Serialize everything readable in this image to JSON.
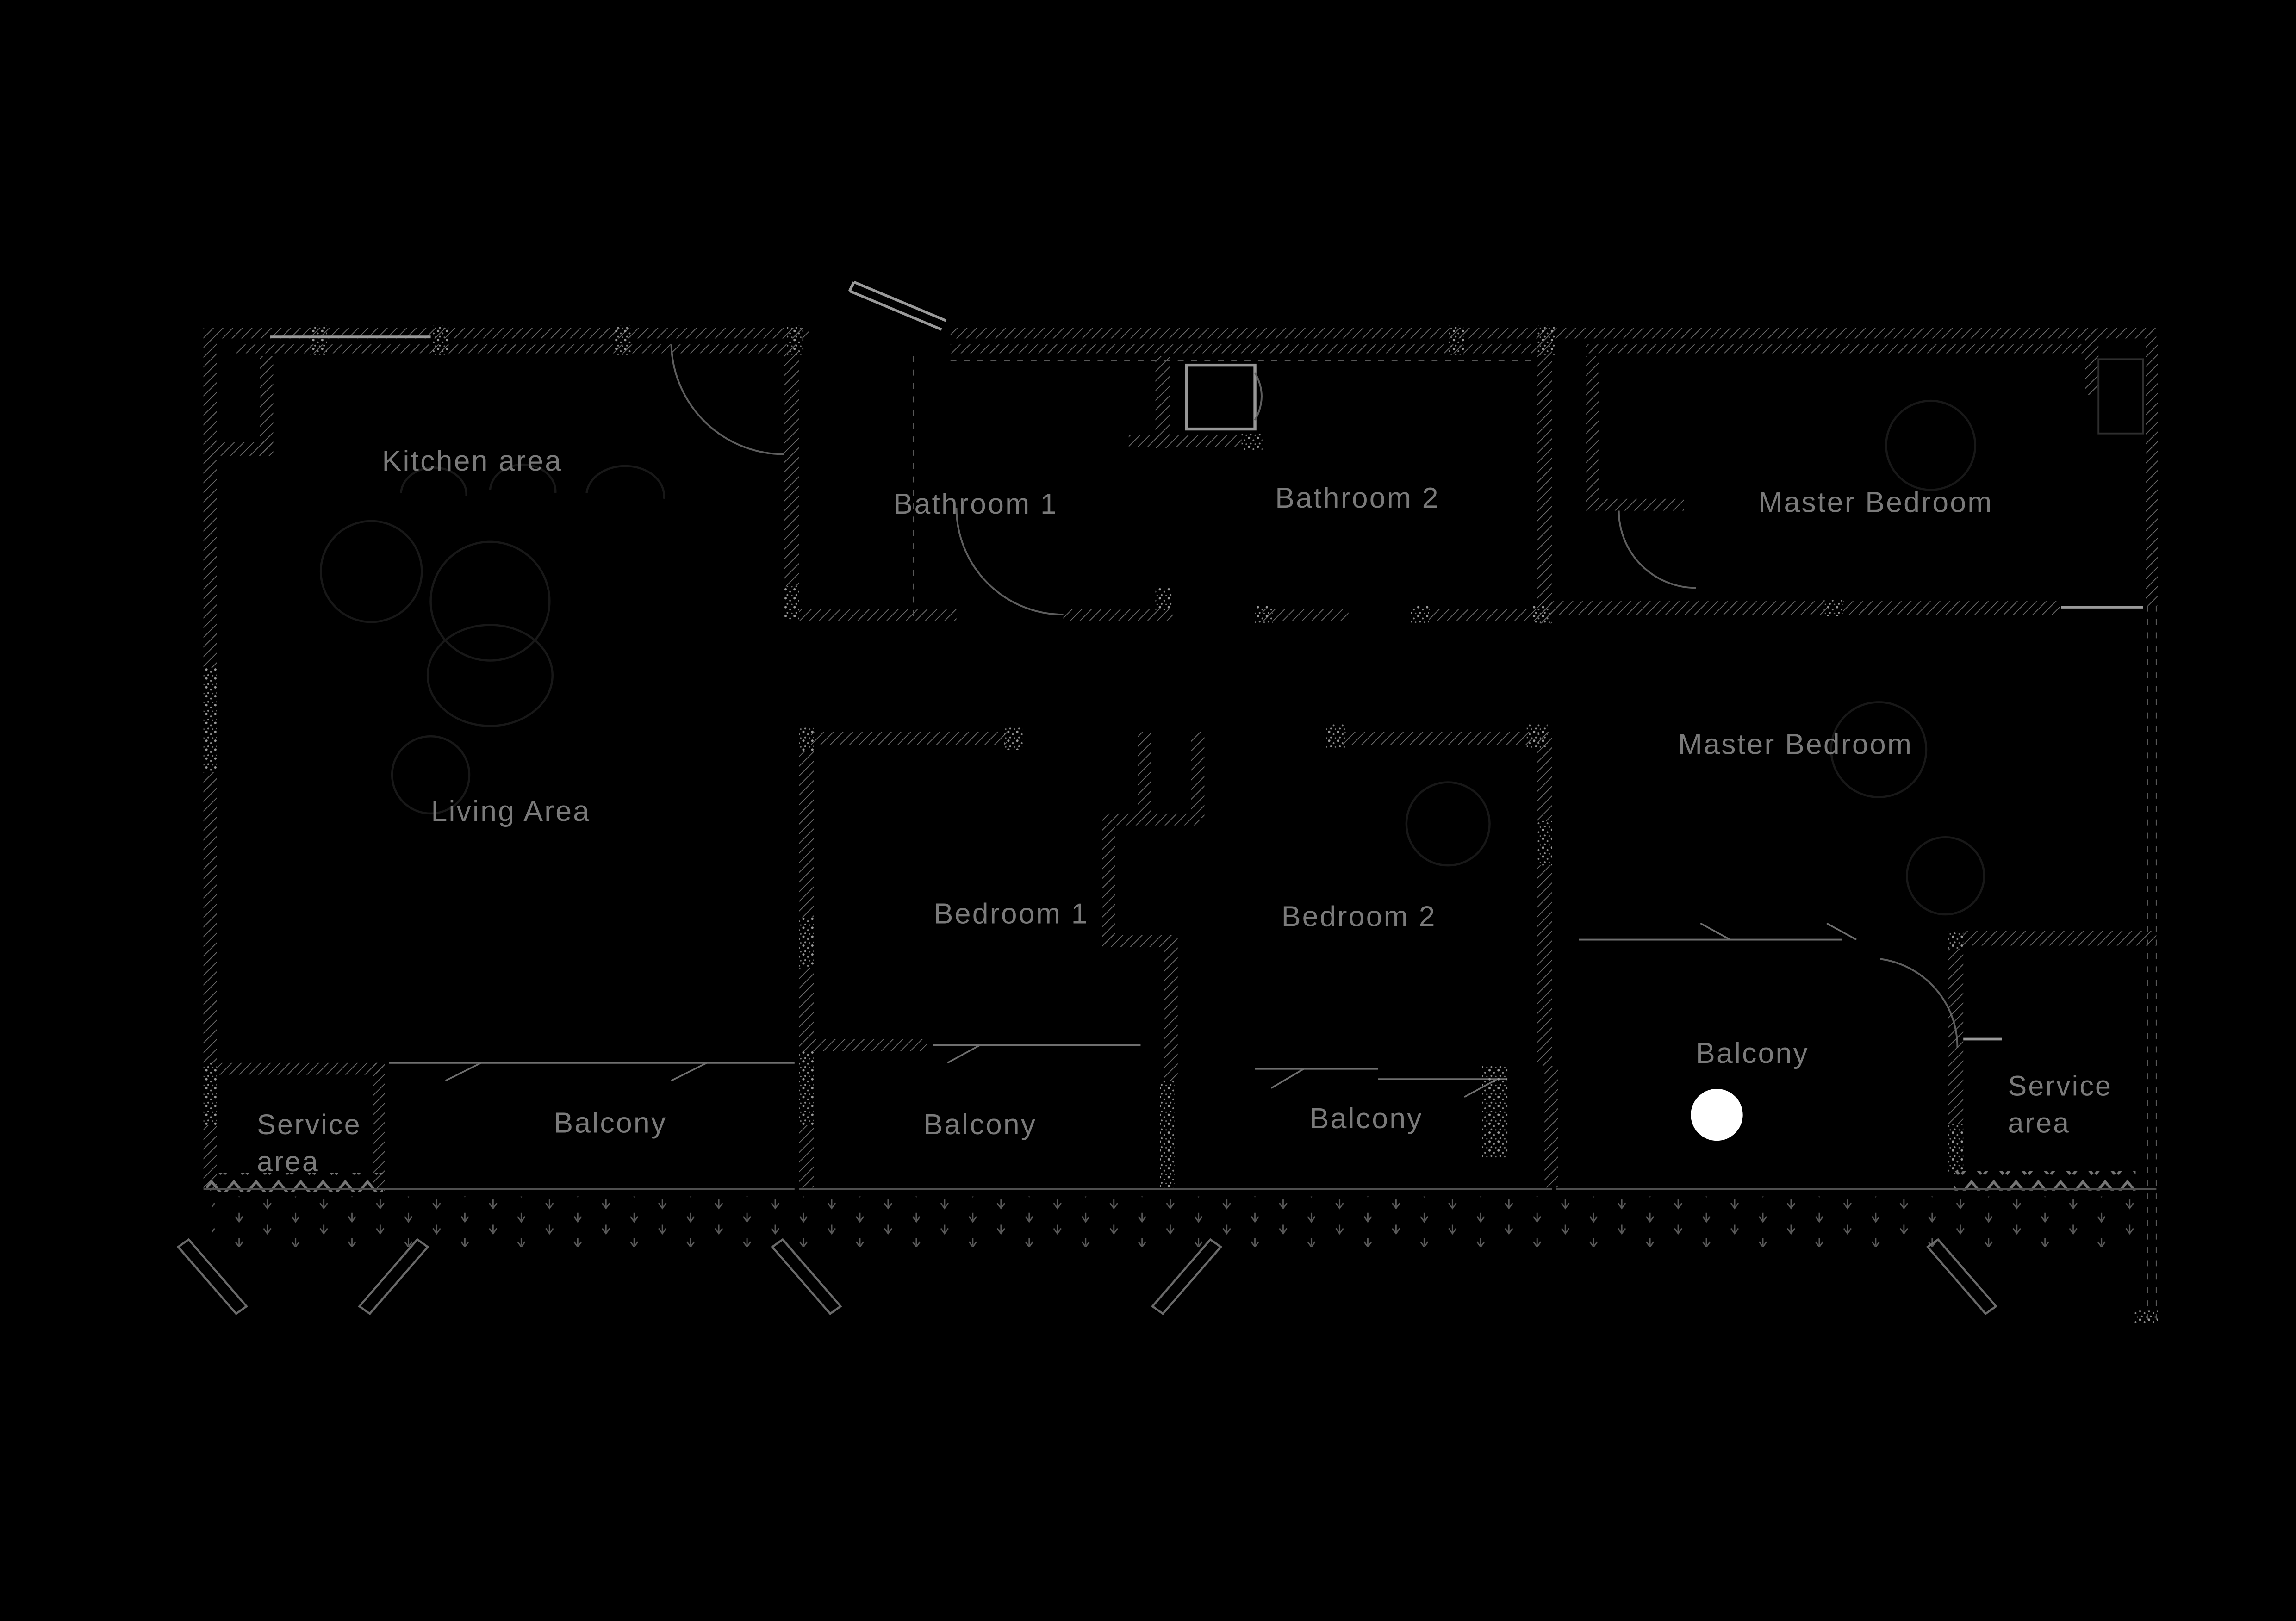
{
  "document": {
    "type": "apartment floor plan",
    "style": "dark CAD blueprint"
  },
  "colors": {
    "background": "#000000",
    "wall_hatch": "#6d6d6d",
    "column_stipple": "#9a9a9a",
    "label_text": "#7a7a7a",
    "door_arc": "#5e5e5e",
    "fixture_outline": "#979797",
    "circle_marker_fill": "#ffffff"
  },
  "rooms": {
    "kitchen": {
      "label": "Kitchen area"
    },
    "bathroom1": {
      "label": "Bathroom 1"
    },
    "bathroom2": {
      "label": "Bathroom 2"
    },
    "master_bedroom_top": {
      "label": "Master Bedroom"
    },
    "master_bedroom_mid": {
      "label": "Master Bedroom"
    },
    "living": {
      "label": "Living Area"
    },
    "bedroom1": {
      "label": "Bedroom 1"
    },
    "bedroom2": {
      "label": "Bedroom 2"
    },
    "service_left": {
      "line1": "Service",
      "line2": "area"
    },
    "service_right": {
      "line1": "Service",
      "line2": "area"
    },
    "balcony_living": {
      "label": "Balcony"
    },
    "balcony_bedroom1": {
      "label": "Balcony"
    },
    "balcony_bedroom2": {
      "label": "Balcony"
    },
    "balcony_master": {
      "label": "Balcony"
    }
  }
}
